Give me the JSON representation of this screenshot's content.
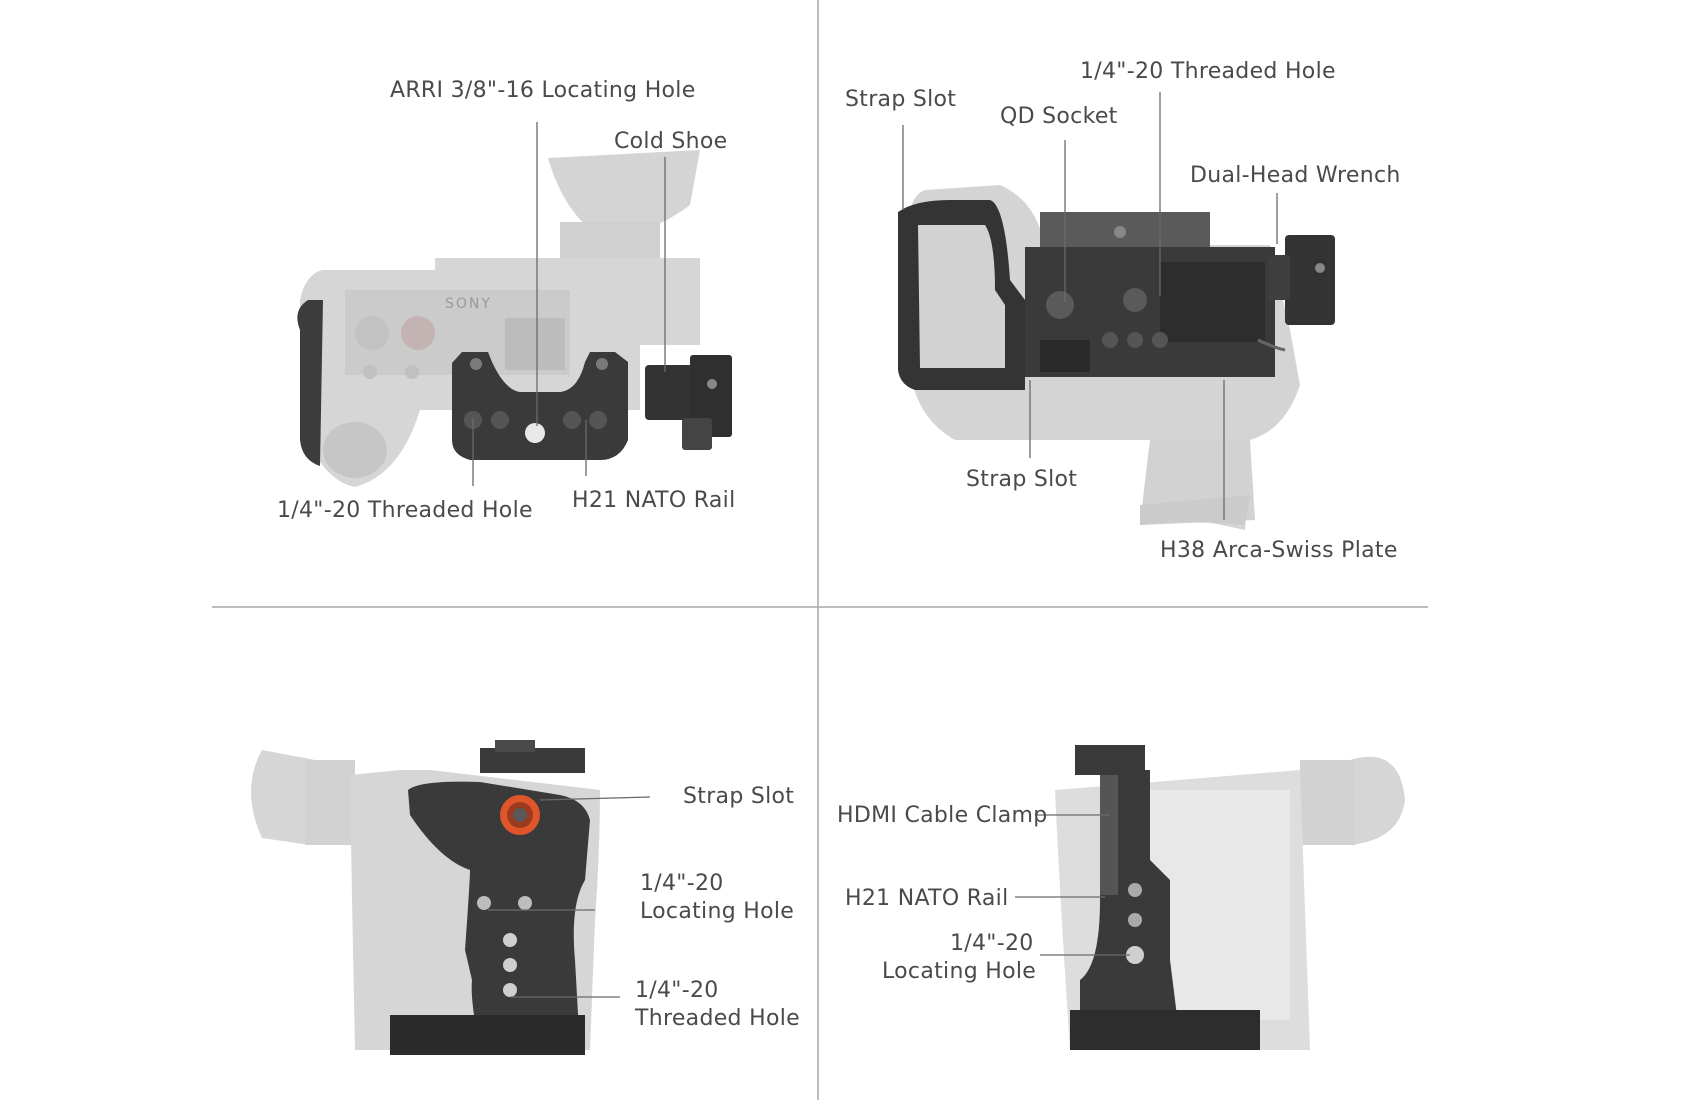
{
  "brand_mark": "SONY",
  "panels": {
    "top_left": {
      "arri_hole": "ARRI 3/8\"-16 Locating Hole",
      "cold_shoe": "Cold Shoe",
      "threaded_hole": "1/4\"-20 Threaded Hole",
      "nato_rail": "H21 NATO Rail"
    },
    "top_right": {
      "strap_slot_top": "Strap Slot",
      "threaded_hole": "1/4\"-20 Threaded Hole",
      "qd_socket": "QD Socket",
      "wrench": "Dual-Head Wrench",
      "strap_slot_bottom": "Strap Slot",
      "arca_plate": "H38 Arca-Swiss Plate"
    },
    "bottom_left": {
      "strap_slot": "Strap Slot",
      "locating_hole_1": "1/4\"-20",
      "locating_hole_2": "Locating Hole",
      "threaded_hole_1": "1/4\"-20",
      "threaded_hole_2": "Threaded Hole"
    },
    "bottom_right": {
      "hdmi_clamp": "HDMI Cable Clamp",
      "nato_rail": "H21 NATO Rail",
      "locating_hole_1": "1/4\"-20",
      "locating_hole_2": "Locating Hole"
    }
  },
  "colors": {
    "divider": "#a8a8a8",
    "camera_body": "#dcdcdc",
    "cage_metal": "#3a3a3a",
    "label_text": "#4a4a4a",
    "accent_orange": "#e0562a"
  }
}
